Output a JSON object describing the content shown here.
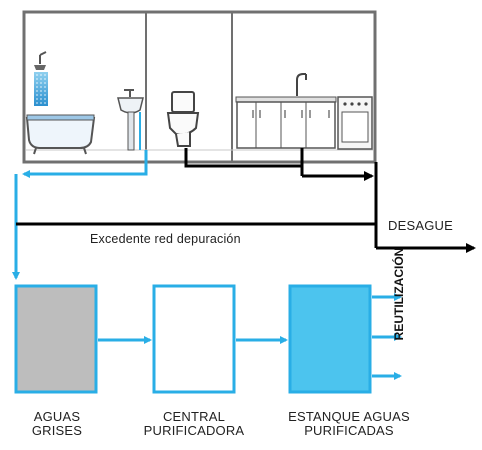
{
  "labels": {
    "excess_network": "Excedente red depuración",
    "drain": "DESAGUE",
    "grey_water": [
      "AGUAS",
      "GRISES"
    ],
    "purification_plant": [
      "CENTRAL",
      "PURIFICADORA"
    ],
    "purified_tank": [
      "ESTANQUE AGUAS",
      "PURIFICADAS"
    ],
    "reuse": "REUTILIZACIÓN"
  },
  "colors": {
    "water_blue": "#29aee6",
    "tank_fill": "#4cc4ee",
    "grey_box_fill": "#bdbdbd",
    "drain_black": "#000000",
    "house_frame": "#707070"
  },
  "icons": [
    "shower-icon",
    "bathtub-icon",
    "sink-icon",
    "toilet-icon",
    "kitchen-cabinet-icon",
    "faucet-icon",
    "stove-icon"
  ]
}
